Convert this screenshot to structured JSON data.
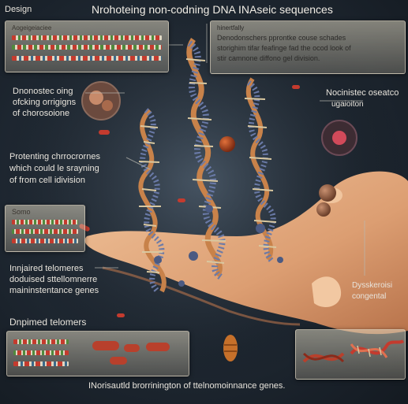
{
  "header": {
    "left_label": "Design",
    "title": "Nrohoteing non-codning DNA INAseic sequences"
  },
  "panels": {
    "top_left_label": "Aogeigeiaciee",
    "top_right_lines": [
      "hinertfally",
      "Denodonschers pprontke couse schades",
      "storighim tifar feafinge fad the ocod look of",
      "stir camnone diffono gel division."
    ],
    "mid_left_label": "Somo",
    "bottom_right_label": "Dysskeroisi\ncongental"
  },
  "text_blocks": {
    "left_1": [
      "Dnonostec oing",
      "ofcking orrigigns",
      "of chorosoione"
    ],
    "left_2": [
      "Protenting chrrocrornes",
      "which could le srayning",
      "of from cell idivision"
    ],
    "left_3": [
      "Innjaired telomeres",
      "doduised sttellomnerre",
      "maininstentance genes"
    ],
    "left_4": "Dnpimed telomers",
    "right_1": [
      "Nocinistec oseatco",
      "ugaioiton"
    ],
    "right_2": [
      "Dysskeroisi",
      "congental"
    ],
    "footer": "INorisautld brorrinington of ttelnomoinnance genes."
  },
  "colors": {
    "background": "#1e2731",
    "dna_strand": "#c8824a",
    "dna_rungs": "#d9c8a0",
    "dna_dots": "#6a7aa8",
    "stripe_red": "#c43b2e",
    "stripe_green": "#4f8a3c",
    "hand": "#e7b48c"
  }
}
